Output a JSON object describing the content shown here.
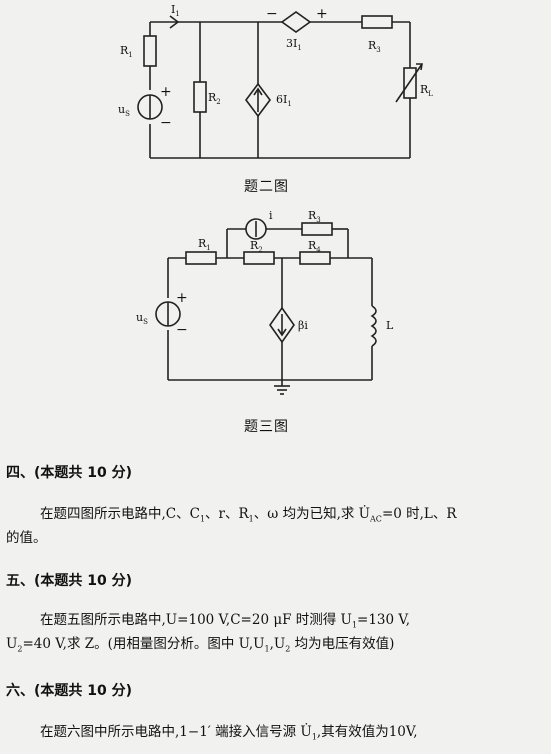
{
  "figure2": {
    "caption": "题二图",
    "labels": {
      "i1": "I",
      "i1_sub": "1",
      "r1": "R",
      "r1_sub": "1",
      "r2": "R",
      "r2_sub": "2",
      "r3": "R",
      "r3_sub": "3",
      "rl": "R",
      "rl_sub": "L",
      "us": "u",
      "us_sub": "S",
      "plus_src": "+",
      "minus_src": "−",
      "plus_vccs": "+",
      "ccvs": "3I",
      "ccvs_sub": "1",
      "cccs": "6I",
      "cccs_sub": "1"
    }
  },
  "figure3": {
    "caption": "题三图",
    "labels": {
      "i": "i",
      "r1": "R",
      "r1_sub": "1",
      "r2": "R",
      "r2_sub": "2",
      "r3": "R",
      "r3_sub": "3",
      "r4": "R",
      "r4_sub": "4",
      "us": "u",
      "us_sub": "S",
      "plus_src": "+",
      "minus_src": "−",
      "beta_i": "βi",
      "l": "L"
    }
  },
  "section4": {
    "heading": "四、(本题共 10 分)",
    "p1": "在题四图所示电路中,C、C",
    "p1b": "、r、R",
    "p1c": "、ω 均为已知,求 U̇",
    "p1d": "=0 时,L、R",
    "p2": "的值。",
    "sub1": "1",
    "sub_ac": "AC"
  },
  "section5": {
    "heading": "五、(本题共 10 分)",
    "p1": "在题五图所示电路中,U=100 V,C=20 μF 时测得 U",
    "p1b": "=130 V,",
    "p2a": "U",
    "p2b": "=40 V,求 Z。(用相量图分析。图中 U,U",
    "p2c": ",U",
    "p2d": " 均为电压有效值)",
    "sub1": "1",
    "sub2": "2"
  },
  "section6": {
    "heading": "六、(本题共 10 分)",
    "p1": "在题六图中所示电路中,1−1′ 端接入信号源 U̇",
    "p1b": ",其有效值为10V,",
    "sub1": "1"
  }
}
